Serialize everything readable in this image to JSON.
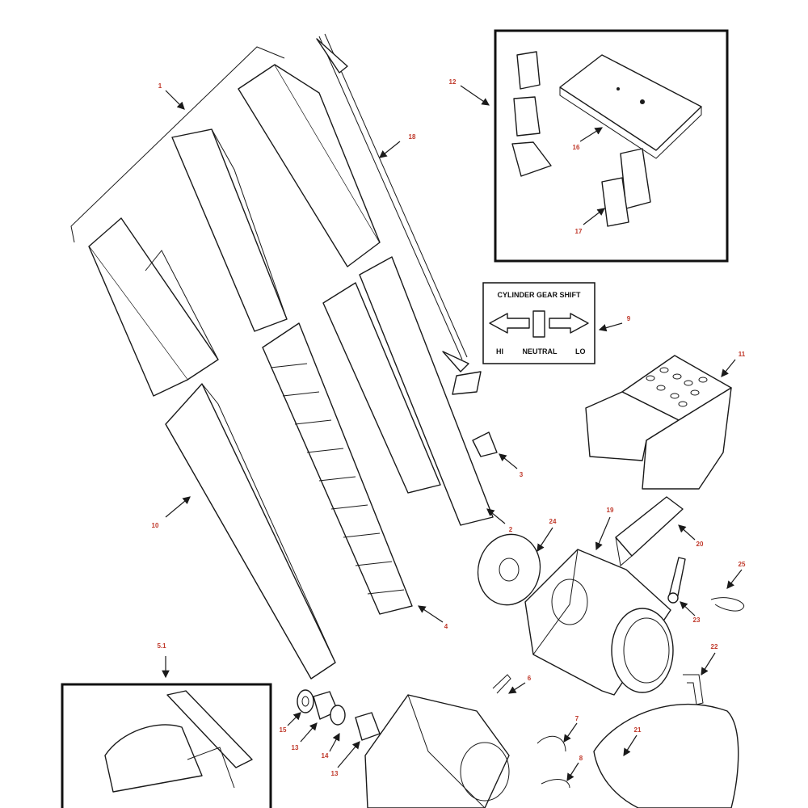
{
  "decal": {
    "title": "CYLINDER GEAR SHIFT",
    "left": "HI",
    "center": "NEUTRAL",
    "right": "LO"
  },
  "callouts": {
    "c1": "1",
    "c2": "2",
    "c3": "3",
    "c4": "4",
    "c5_1": "5.1",
    "c6": "6",
    "c7": "7",
    "c8": "8",
    "c9": "9",
    "c10": "10",
    "c11": "11",
    "c12": "12",
    "c13a": "13",
    "c13b": "13",
    "c14": "14",
    "c15": "15",
    "c16": "16",
    "c17": "17",
    "c18": "18",
    "c19": "19",
    "c20": "20",
    "c21": "21",
    "c22": "22",
    "c23": "23",
    "c24": "24",
    "c25": "25"
  },
  "colors": {
    "callout": "#c0392b",
    "line": "#1a1a1a"
  }
}
